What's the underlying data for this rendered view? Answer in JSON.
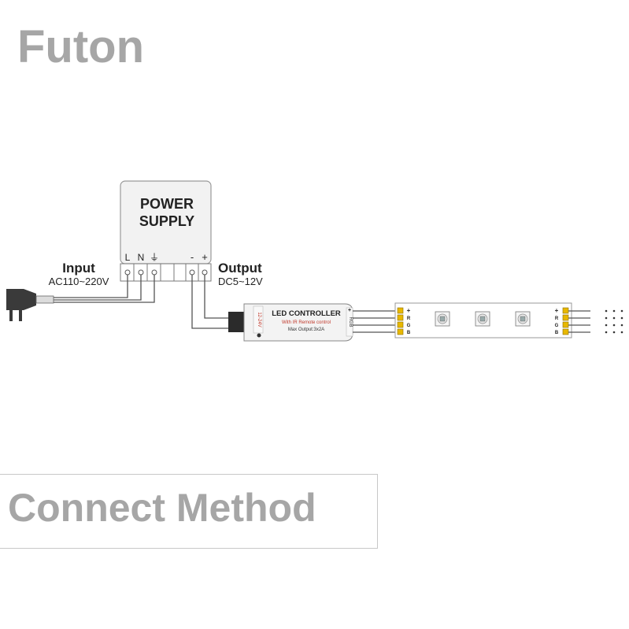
{
  "brand": "Futon",
  "footer": {
    "title": "Connect Method"
  },
  "power_supply": {
    "title_line1": "POWER",
    "title_line2": "SUPPLY",
    "terminals": {
      "l": "L",
      "n": "N",
      "ground": "⏚",
      "minus": "-",
      "plus": "+"
    }
  },
  "input": {
    "label": "Input",
    "spec": "AC110~220V"
  },
  "output": {
    "label": "Output",
    "spec": "DC5~12V"
  },
  "controller": {
    "title": "LED CONTROLLER",
    "subtitle": "With IR Remote control",
    "rating": "Max Output:3x2A",
    "side_label": "12-24V",
    "end_label": "RGB",
    "port_label": "+"
  },
  "strip": {
    "pins": [
      "+",
      "R",
      "G",
      "B"
    ],
    "accent_color": "#e8b800"
  }
}
